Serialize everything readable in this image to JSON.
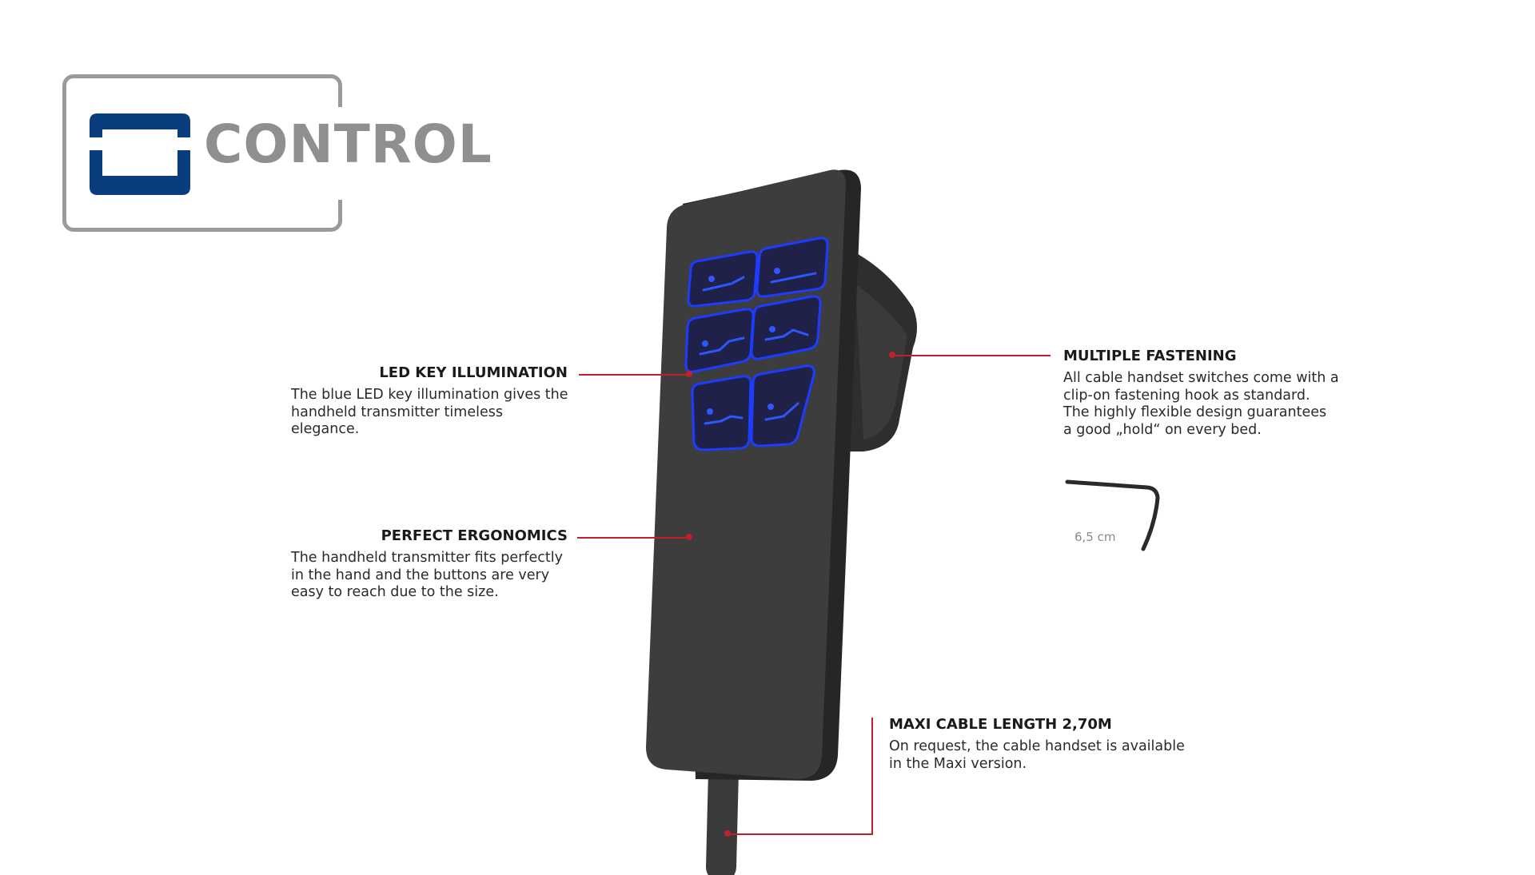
{
  "logo": {
    "word": "CONTROL",
    "colors": {
      "frame": "#9a9a9a",
      "icon": "#0a3d7e",
      "text": "#8f8f8f"
    }
  },
  "device": {
    "body_color": "#3c3c3c",
    "led_color": "#1d3cff",
    "button_icons": [
      "bed-up-icon",
      "bed-flat-icon",
      "back-rest-icon",
      "leg-rest-icon",
      "bed-incline-icon",
      "bed-decline-icon"
    ]
  },
  "callouts": {
    "led": {
      "title": "LED KEY ILLUMINATION",
      "text": "The blue LED key illumination gives the handheld transmitter timeless elegance."
    },
    "ergonomics": {
      "title": "PERFECT ERGONOMICS",
      "text": "The handheld transmitter fits perfectly in the hand and the buttons are very easy to reach due to the size."
    },
    "fastening": {
      "title": "MULTIPLE FASTENING",
      "text": "All cable handset switches come with a clip-on fastening hook as standard. The highly flexible design guarantees a good „hold“ on every bed."
    },
    "cable": {
      "title": "MAXI CABLE LENGTH 2,70M",
      "text": "On request, the cable handset is available in the Maxi version."
    }
  },
  "hook": {
    "size_label": "6,5 cm"
  },
  "accent_color": "#c0202a"
}
